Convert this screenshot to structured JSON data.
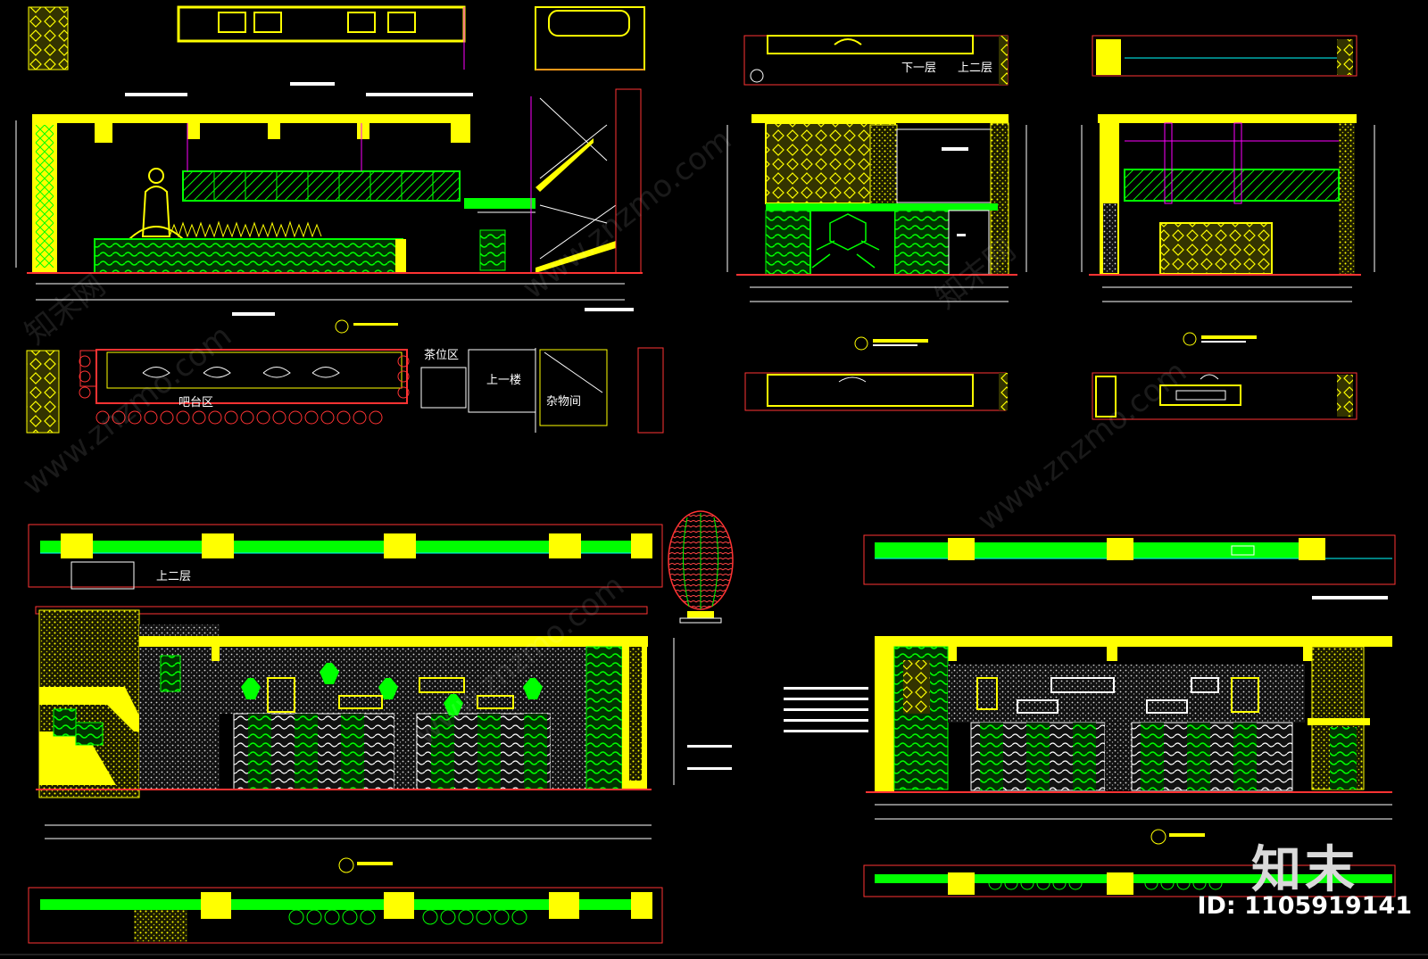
{
  "colors": {
    "background": "#000000",
    "yellow": "#ffff00",
    "green": "#00ff00",
    "magenta": "#ff00ff",
    "red": "#ff3333",
    "cyan": "#00ffff",
    "white": "#ffffff",
    "gray": "#bbbbbb"
  },
  "drawing_labels": {
    "bar_area": "吧台区",
    "bench_area": "茶位区",
    "up_one": "上一楼",
    "storage": "杂物间",
    "down_one": "下一层",
    "up_two": "上二层",
    "up_two_b": "上二层"
  },
  "watermark": {
    "text": "www.znzmo.com",
    "cn": "知末网"
  },
  "branding": {
    "logo_text": "知末",
    "image_id": "ID: 1105919141"
  }
}
